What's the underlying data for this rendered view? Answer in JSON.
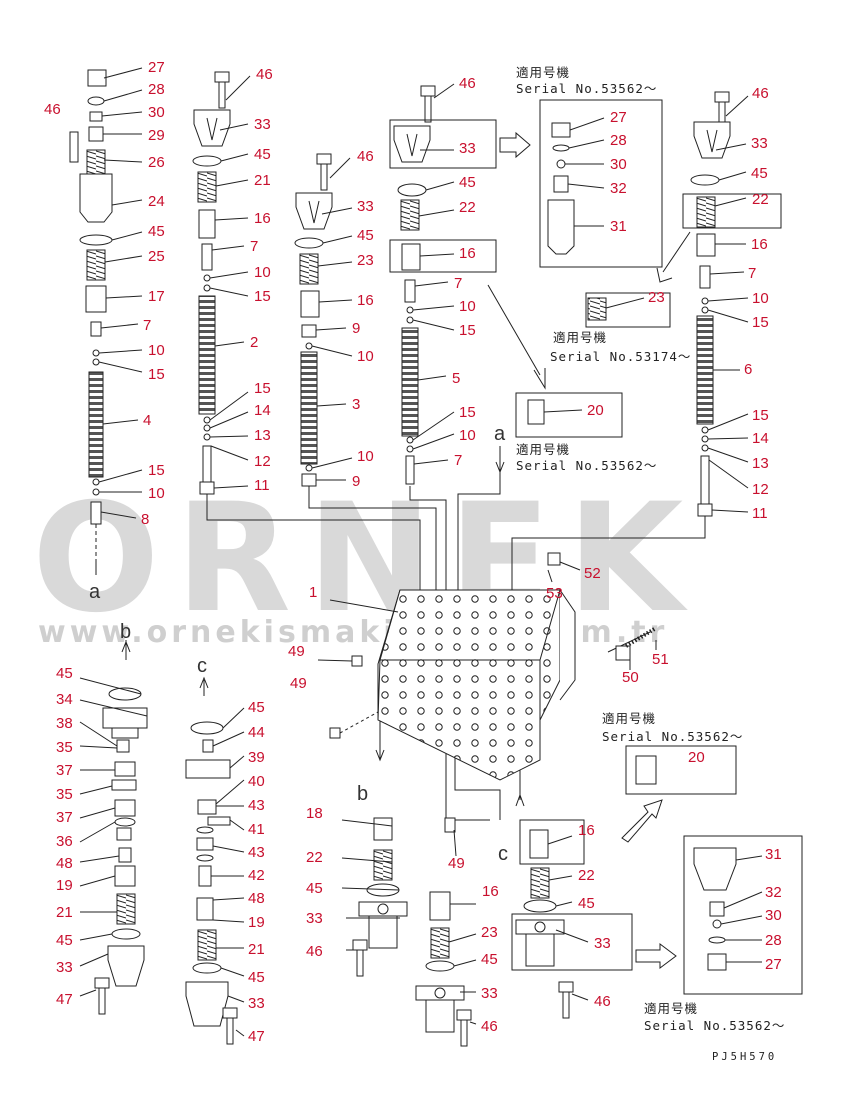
{
  "watermark": {
    "brand": "ORNEK",
    "url": "www.ornekismakinalari.com.tr"
  },
  "drawing_code": "PJ5H570",
  "serial_notes": {
    "n1_title": "適用号機",
    "n1_serial": "Serial No.53562～",
    "n2_title": "適用号機",
    "n2_serial": "Serial No.53174～",
    "n3_title": "適用号機",
    "n3_serial": "Serial No.53562～",
    "n4_title": "適用号機",
    "n4_serial": "Serial No.53562～",
    "n5_title": "適用号機",
    "n5_serial": "Serial No.53562～"
  },
  "letters": {
    "a1": "a",
    "a2": "a",
    "b1": "b",
    "b2": "b",
    "c1": "c",
    "c2": "c"
  },
  "labels": {
    "c1_27": "27",
    "c1_28": "28",
    "c1_30": "30",
    "c1_29": "29",
    "c1_46": "46",
    "c1_26": "26",
    "c1_24": "24",
    "c1_45": "45",
    "c1_25": "25",
    "c1_17": "17",
    "c1_7": "7",
    "c1_10": "10",
    "c1_15": "15",
    "c1_4": "4",
    "c1_15b": "15",
    "c1_10b": "10",
    "c1_8": "8",
    "c2_46": "46",
    "c2_33": "33",
    "c2_45": "45",
    "c2_21": "21",
    "c2_16": "16",
    "c2_7": "7",
    "c2_10": "10",
    "c2_15": "15",
    "c2_2": "2",
    "c2_15b": "15",
    "c2_14": "14",
    "c2_13": "13",
    "c2_12": "12",
    "c2_11": "11",
    "c3_46": "46",
    "c3_33": "33",
    "c3_45": "45",
    "c3_23": "23",
    "c3_16": "16",
    "c3_9": "9",
    "c3_10": "10",
    "c3_3": "3",
    "c3_10b": "10",
    "c3_9b": "9",
    "c4_46": "46",
    "c4_33": "33",
    "c4_45": "45",
    "c4_22": "22",
    "c4_16": "16",
    "c4_7": "7",
    "c4_10": "10",
    "c4_15": "15",
    "c4_5": "5",
    "c4_15b": "15",
    "c4_10b": "10",
    "c4_7b": "7",
    "n1_27": "27",
    "n1_28": "28",
    "n1_30": "30",
    "n1_32": "32",
    "n1_31": "31",
    "n20a": "20",
    "c5_46": "46",
    "c5_33": "33",
    "c5_45": "45",
    "c5_22": "22",
    "c5_16": "16",
    "c5_23": "23",
    "c5_7": "7",
    "c5_10": "10",
    "c5_15": "15",
    "c5_6": "6",
    "c5_15b": "15",
    "c5_14": "14",
    "c5_13": "13",
    "c5_12": "12",
    "c5_11": "11",
    "m_1": "1",
    "m_52": "52",
    "m_53": "53",
    "m_49a": "49",
    "m_49b": "49",
    "m_51": "51",
    "m_50": "50",
    "n20b": "20",
    "b_45": "45",
    "b_34": "34",
    "b_38": "38",
    "b_35": "35",
    "b_37": "37",
    "b_35b": "35",
    "b_37b": "37",
    "b_36": "36",
    "b_48": "48",
    "b_19": "19",
    "b_21": "21",
    "b_45b": "45",
    "b_33": "33",
    "b_47": "47",
    "cc_45": "45",
    "cc_44": "44",
    "cc_39": "39",
    "cc_40": "40",
    "cc_43": "43",
    "cc_41": "41",
    "cc_43b": "43",
    "cc_42": "42",
    "cc_48": "48",
    "cc_19": "19",
    "cc_21": "21",
    "cc_45b": "45",
    "cc_33": "33",
    "cc_47": "47",
    "l_18": "18",
    "l_22": "22",
    "l_45": "45",
    "l_33": "33",
    "l_46": "46",
    "m_49c": "49",
    "m2_16": "16",
    "m2_23": "23",
    "m2_45": "45",
    "m2_33": "33",
    "m2_46": "46",
    "r_16": "16",
    "r_22": "22",
    "r_45": "45",
    "r_33": "33",
    "r_46": "46",
    "n5_31": "31",
    "n5_32": "32",
    "n5_30": "30",
    "n5_28": "28",
    "n5_27": "27"
  }
}
